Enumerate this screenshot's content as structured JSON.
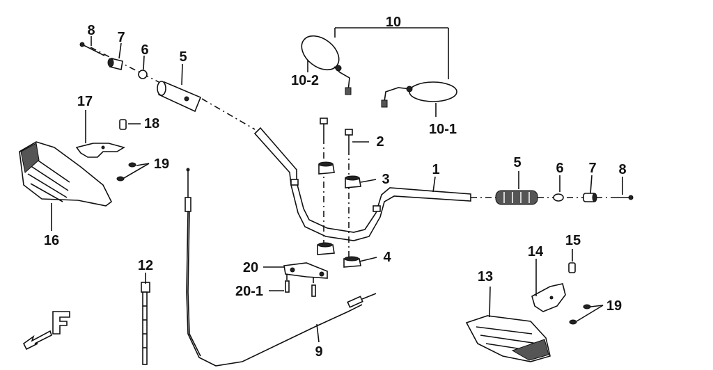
{
  "diagram": {
    "callouts": {
      "c1": "1",
      "c2": "2",
      "c3": "3",
      "c4": "4",
      "c5a": "5",
      "c5b": "5",
      "c6a": "6",
      "c6b": "6",
      "c7a": "7",
      "c7b": "7",
      "c8a": "8",
      "c8b": "8",
      "c9": "9",
      "c10": "10",
      "c10_1": "10-1",
      "c10_2": "10-2",
      "c12": "12",
      "c13": "13",
      "c14": "14",
      "c15": "15",
      "c16": "16",
      "c17": "17",
      "c18": "18",
      "c19a": "19",
      "c19b": "19",
      "c20": "20",
      "c20_1": "20-1"
    },
    "icons": {
      "front_indicator": "front-arrow-icon",
      "left_mirror": "mirror-icon",
      "right_mirror": "mirror-icon",
      "handlebar": "handlebar-icon"
    }
  }
}
